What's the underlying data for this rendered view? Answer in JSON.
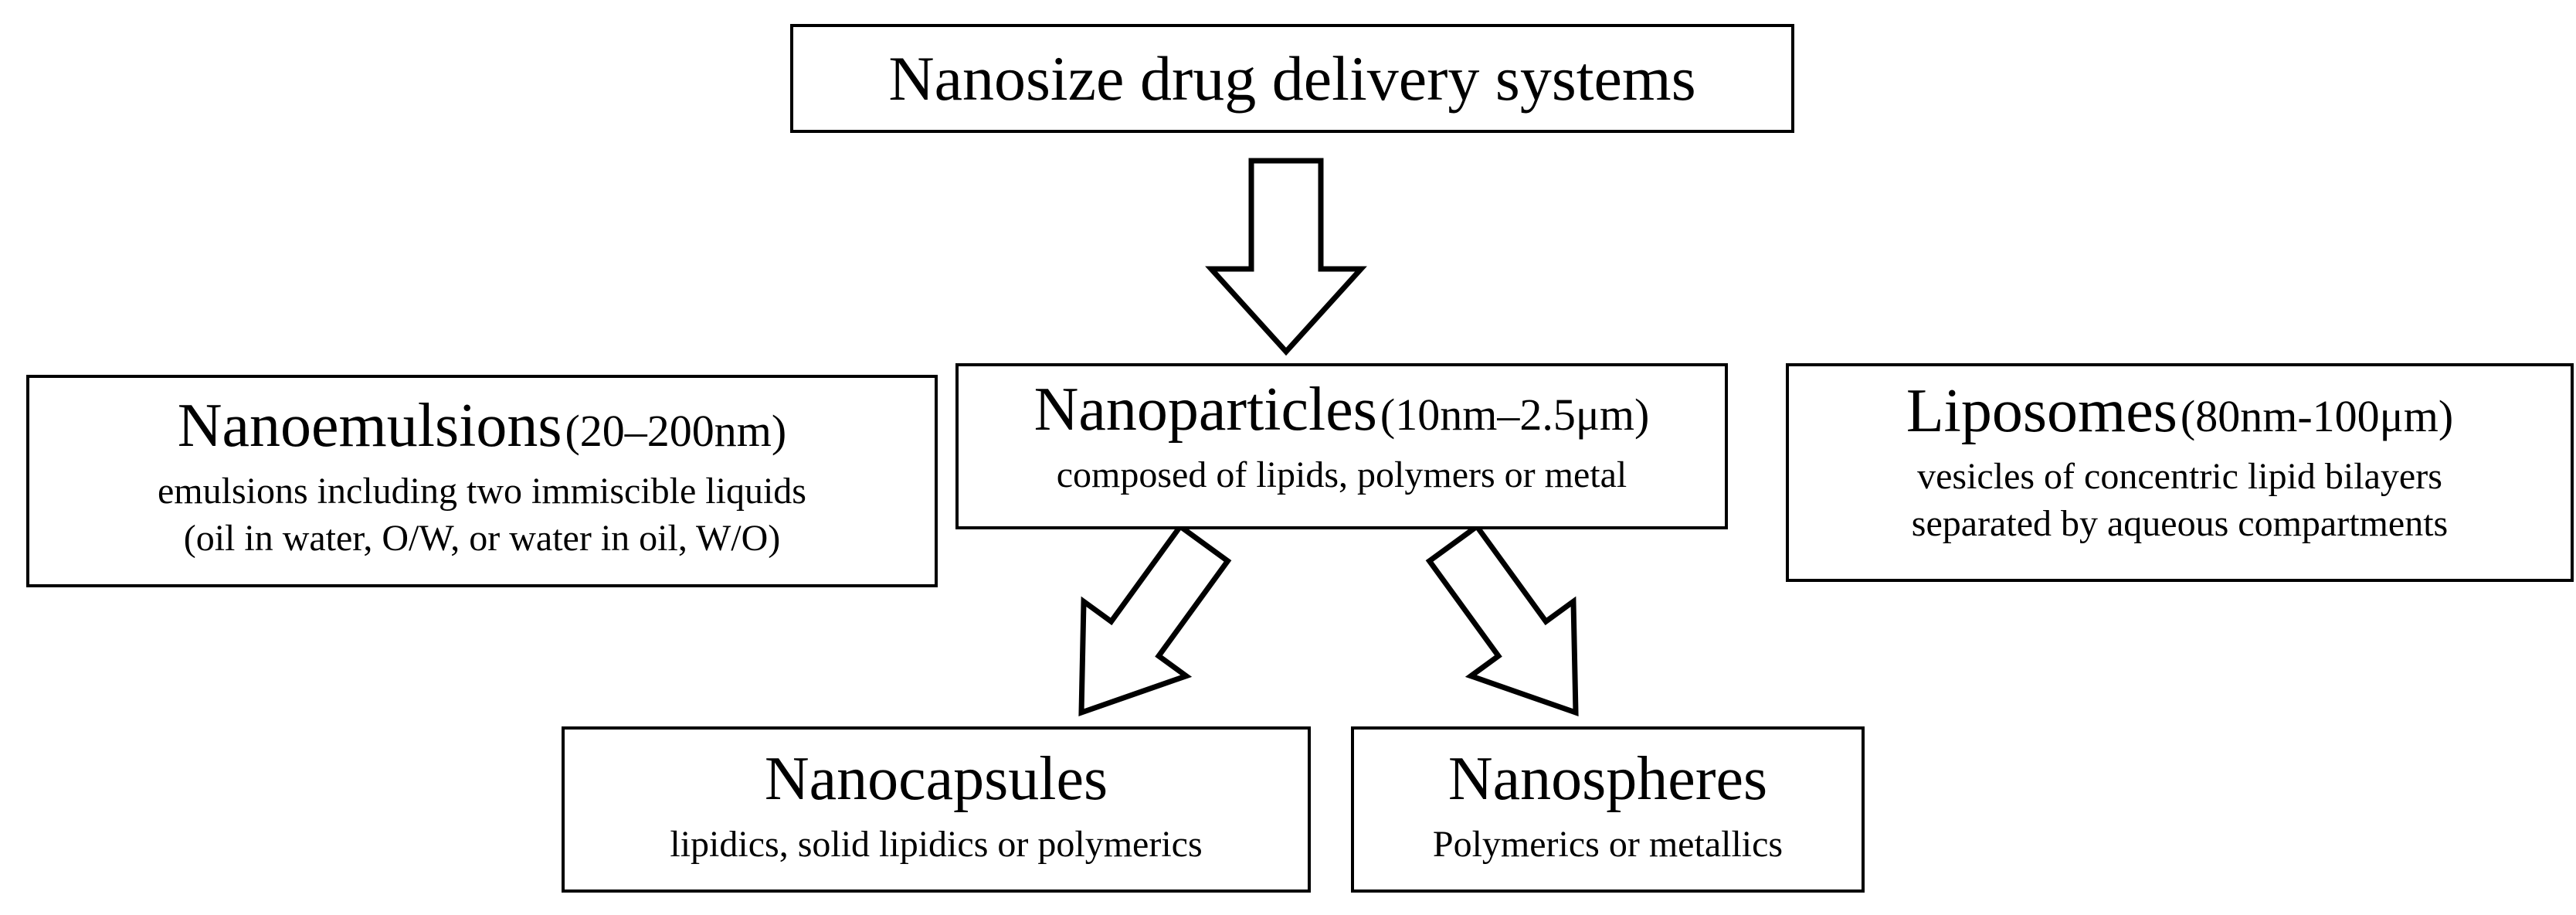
{
  "diagram": {
    "root": {
      "title": "Nanosize drug delivery systems"
    },
    "nanoemulsions": {
      "title": "Nanoemulsions",
      "range": "(20–200nm)",
      "desc_line1": "emulsions including two immiscible liquids",
      "desc_line2": "(oil in water, O/W, or water in oil, W/O)"
    },
    "nanoparticles": {
      "title": "Nanoparticles",
      "range": "(10nm–2.5μm)",
      "desc_line1": "composed of lipids, polymers or metal"
    },
    "liposomes": {
      "title": "Liposomes",
      "range": "(80nm-100μm)",
      "desc_line1": "vesicles of concentric lipid bilayers",
      "desc_line2": "separated by aqueous compartments"
    },
    "nanocapsules": {
      "title": "Nanocapsules",
      "desc_line1": "lipidics, solid lipidics or polymerics"
    },
    "nanospheres": {
      "title": "Nanospheres",
      "desc_line1": "Polymerics or metallics"
    },
    "arrows": [
      {
        "from": "root",
        "to": "second-level",
        "style": "hollow"
      },
      {
        "from": "nanoparticles",
        "to": "nanocapsules",
        "style": "hollow"
      },
      {
        "from": "nanoparticles",
        "to": "nanospheres",
        "style": "hollow"
      }
    ]
  }
}
